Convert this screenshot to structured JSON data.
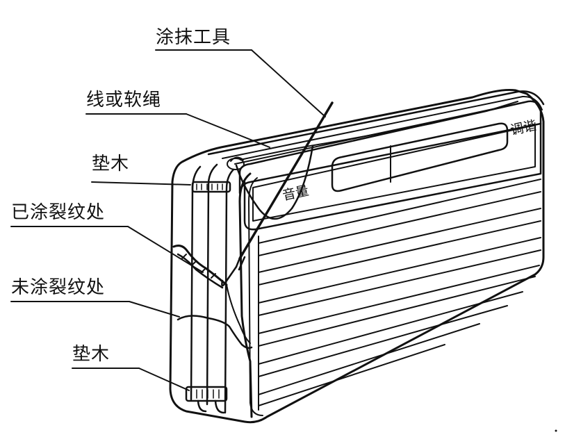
{
  "labels": {
    "tool": "涂抹工具",
    "string": "线或软绳",
    "pad_top": "垫木",
    "coated_crack": "已涂裂纹处",
    "uncoated_crack": "未涂裂纹处",
    "pad_bottom": "垫木"
  },
  "radio": {
    "volume_label": "音量",
    "tuning_label": "调谐"
  }
}
